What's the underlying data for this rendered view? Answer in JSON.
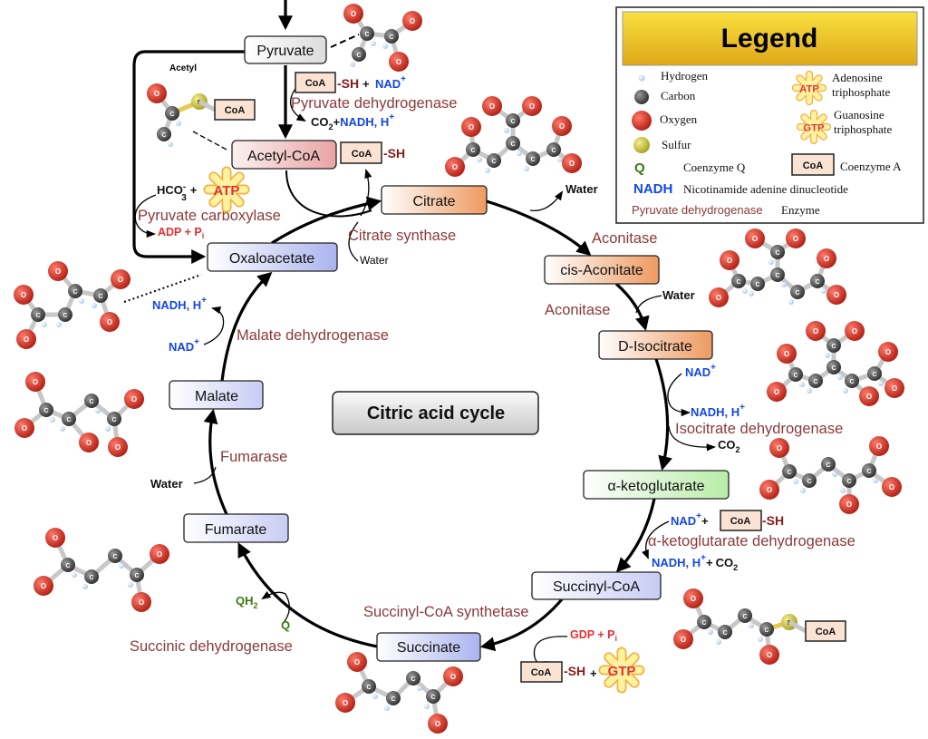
{
  "title": "Citric acid cycle",
  "metabolites": {
    "pyruvate": "Pyruvate",
    "acetyl_coa": "Acetyl-CoA",
    "citrate": "Citrate",
    "cis_aconitate": "cis-Aconitate",
    "isocitrate": "D-Isocitrate",
    "alpha_kg": "α-ketoglutarate",
    "succinyl_coa": "Succinyl-CoA",
    "succinate": "Succinate",
    "fumarate": "Fumarate",
    "malate": "Malate",
    "oxaloacetate": "Oxaloacetate"
  },
  "enzymes": {
    "pyruvate_dehydrogenase": "Pyruvate dehydrogenase",
    "pyruvate_carboxylase": "Pyruvate carboxylase",
    "citrate_synthase": "Citrate synthase",
    "aconitase": "Aconitase",
    "isocitrate_dehydrogenase": "Isocitrate dehydrogenase",
    "akg_dehydrogenase": "α-ketoglutarate dehydrogenase",
    "succinyl_coa_synthetase": "Succinyl-CoA synthetase",
    "succinic_dehydrogenase": "Succinic dehydrogenase",
    "fumarase": "Fumarase",
    "malate_dehydrogenase": "Malate dehydrogenase"
  },
  "cofactors": {
    "acetyl": "Acetyl",
    "coa": "CoA",
    "sh": "-SH",
    "plus": "+",
    "nad": "NAD",
    "sup_plus": "+",
    "co": "CO",
    "sub_2": "2",
    "nadh_h": "NADH, H",
    "water": "Water",
    "hco": "HCO",
    "sub_3": "3",
    "sup_minus": "-",
    "atp": "ATP",
    "adp_p": "ADP + P",
    "sub_i": "i",
    "gdp_p": "GDP + P",
    "gtp": "GTP",
    "qh": "QH",
    "q": "Q"
  },
  "atoms": {
    "carbon": "C",
    "oxygen": "O",
    "sulfur": "S"
  },
  "legend": {
    "title": "Legend",
    "hydrogen": "Hydrogen",
    "carbon": "Carbon",
    "oxygen": "Oxygen",
    "sulfur": "Sulfur",
    "coenzyme_q_symbol": "Q",
    "coenzyme_q": "Coenzyme Q",
    "nadh_symbol": "NADH",
    "nadh": "Nicotinamide adenine dinucleotide",
    "enzyme_example": "Pyruvate dehydrogenase",
    "enzyme": "Enzyme",
    "atp_line1": "Adenosine",
    "atp_line2": "triphosphate",
    "gtp_line1": "Guanosine",
    "gtp_line2": "triphosphate",
    "coa_symbol": "CoA",
    "coa": "Coenzyme A"
  },
  "colors": {
    "enzyme": "#8b3a3a",
    "nadh": "#1447e6",
    "atp_gtp_text": "#e53030",
    "coenzyme_q": "#3a7a10",
    "legend_header": "#f0c020",
    "oxygen": "#d83a2a",
    "carbon": "#555555",
    "sulfur": "#c8c040",
    "hydrogen": "#c8dcf0"
  }
}
